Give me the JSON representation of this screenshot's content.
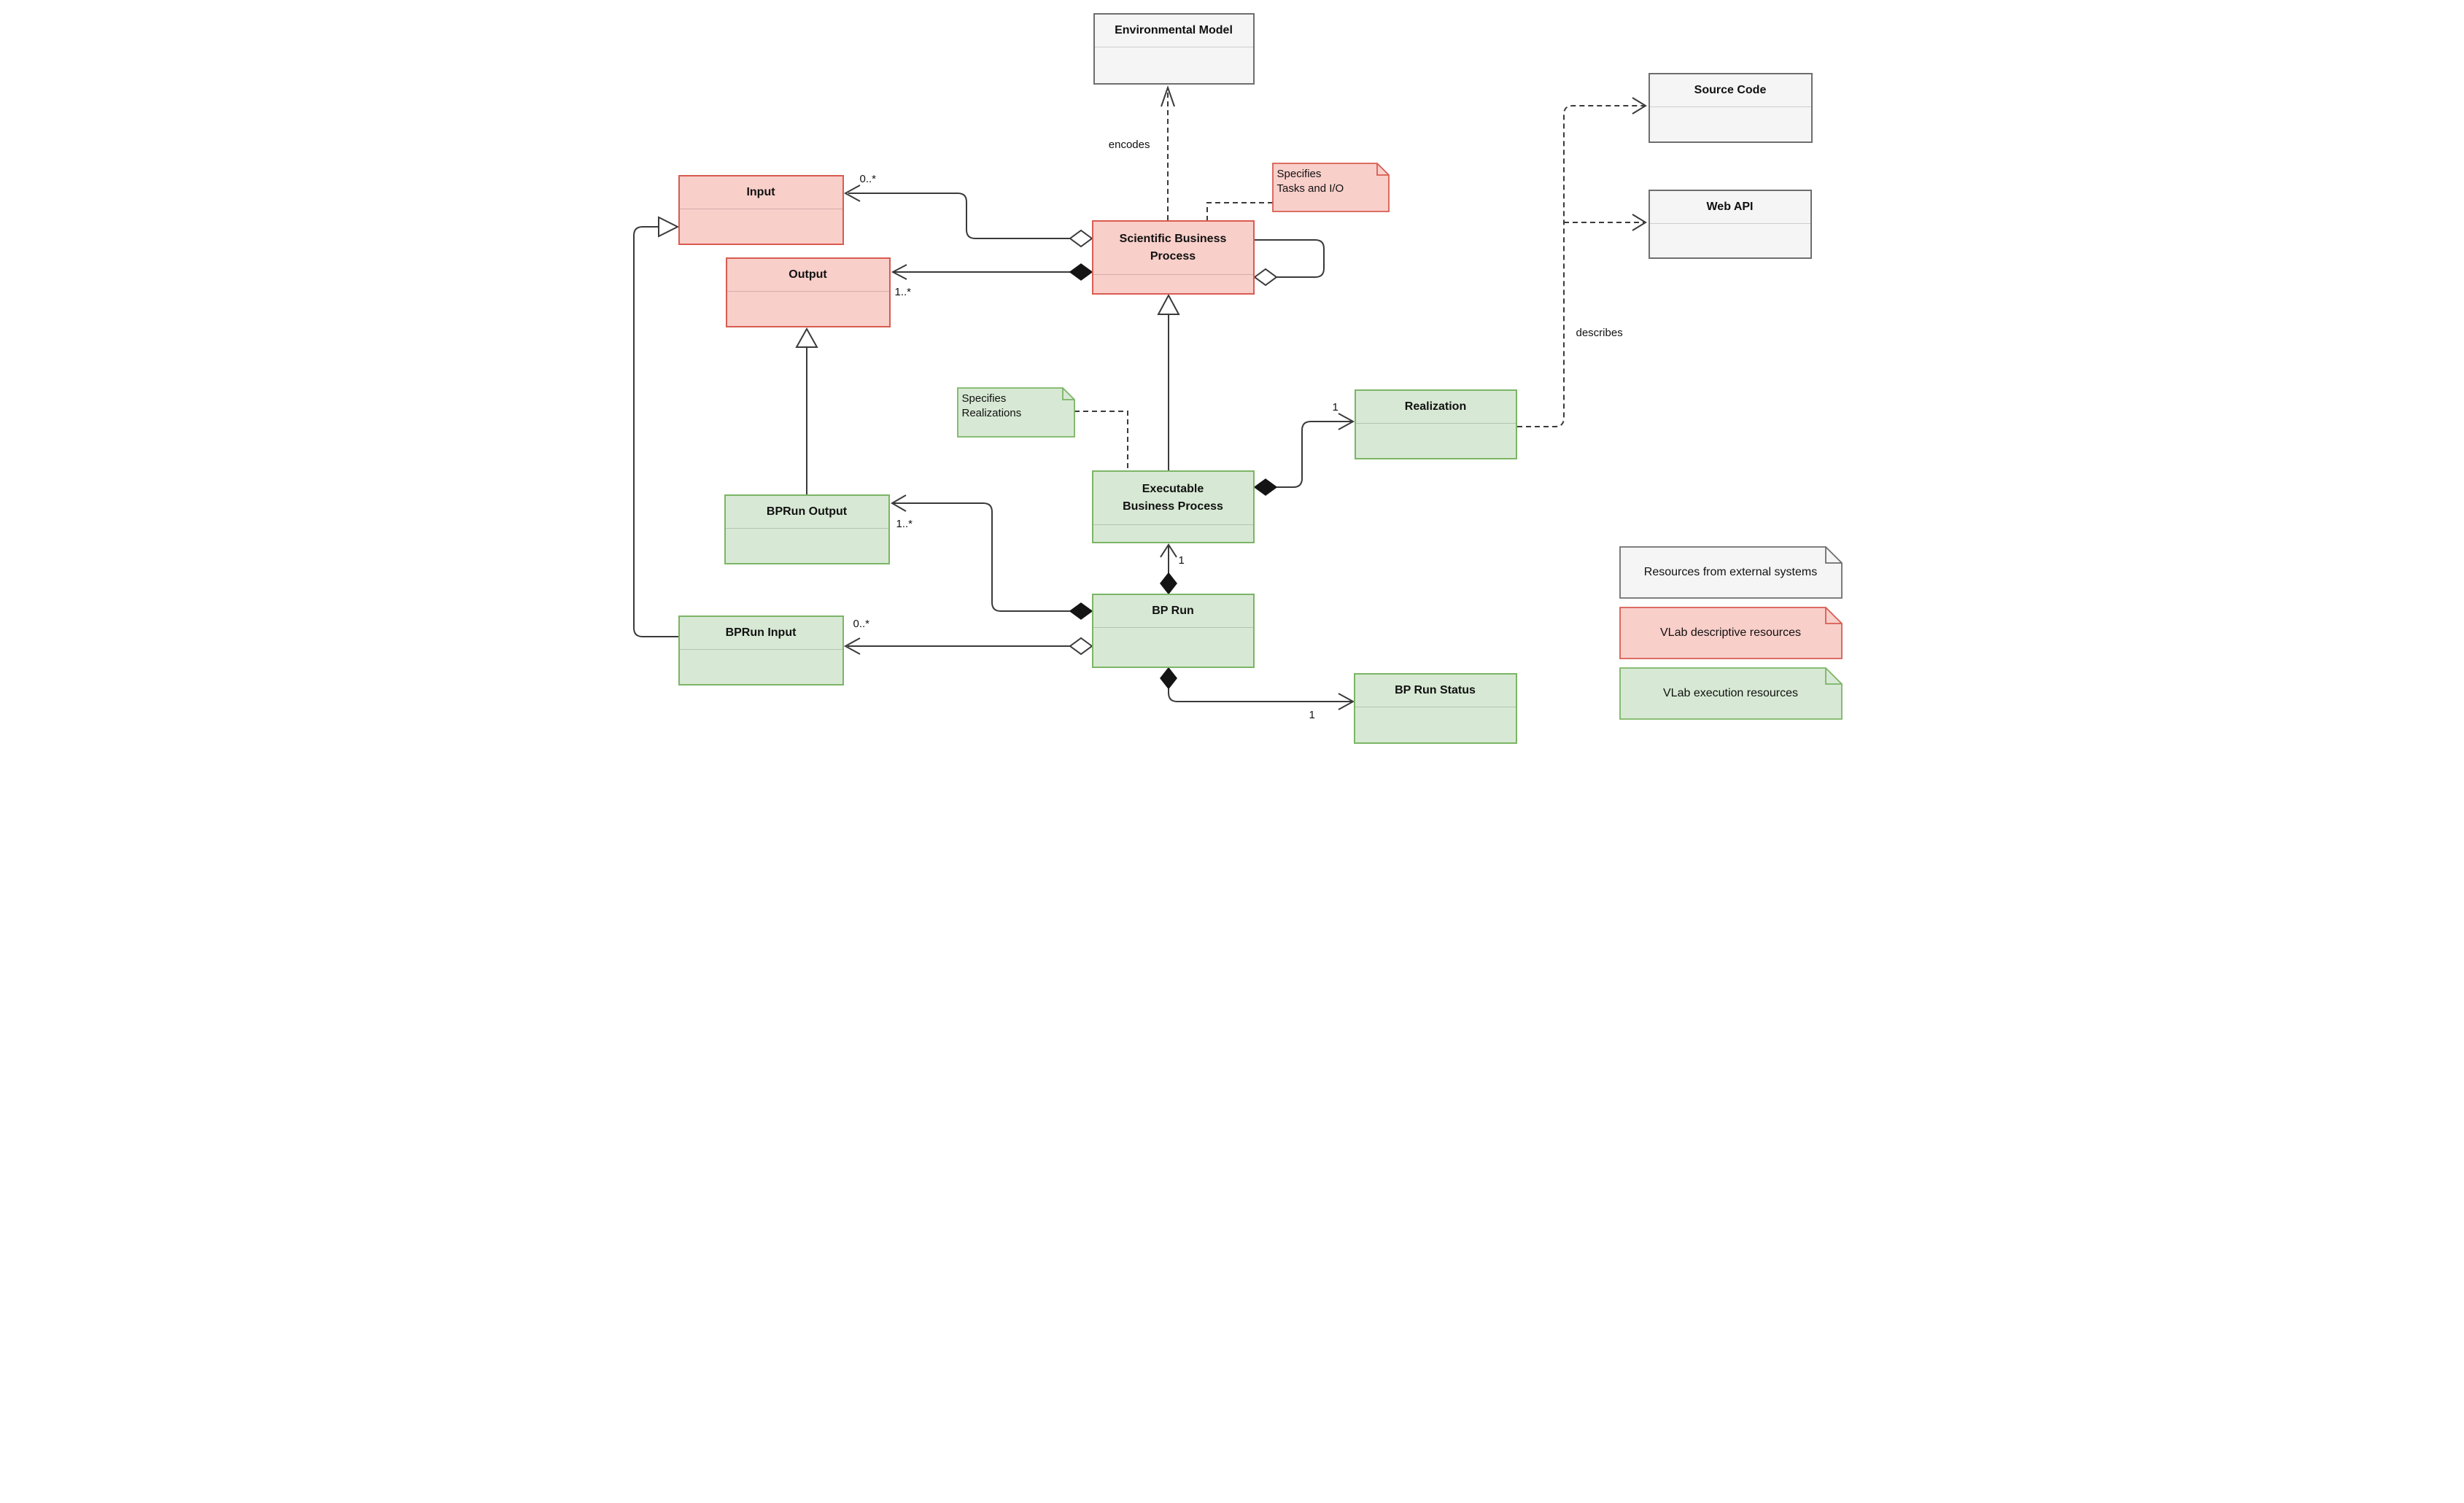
{
  "diagram": {
    "classes": {
      "environmental_model": {
        "title": "Environmental Model"
      },
      "input": {
        "title": "Input"
      },
      "output": {
        "title": "Output"
      },
      "scientific_business_process": {
        "title": "Scientific Business Process"
      },
      "source_code": {
        "title": "Source Code"
      },
      "web_api": {
        "title": "Web API"
      },
      "realization": {
        "title": "Realization"
      },
      "executable_business_process": {
        "title": "Executable Business Process"
      },
      "bprun_output": {
        "title": "BPRun Output"
      },
      "bprun_input": {
        "title": "BPRun Input"
      },
      "bp_run": {
        "title": "BP Run"
      },
      "bp_run_status": {
        "title": "BP Run Status"
      }
    },
    "notes": {
      "specifies_tasks": {
        "text": "Specifies\nTasks and I/O"
      },
      "specifies_realizations": {
        "text": "Specifies\nRealizations"
      }
    },
    "edge_labels": {
      "encodes": "encodes",
      "describes": "describes",
      "input_multiplicity": "0..*",
      "output_multiplicity": "1..*",
      "realization_multiplicity": "1",
      "executable_bp_multiplicity": "1",
      "bprun_output_multiplicity": "1..*",
      "bprun_input_multiplicity": "0..*",
      "bp_run_status_multiplicity": "1"
    },
    "legend": [
      {
        "label": "Resources from external systems",
        "fill": "#f5f5f5",
        "stroke": "#6e6e6e"
      },
      {
        "label": "VLab descriptive resources",
        "fill": "#f9cfca",
        "stroke": "#d85c50"
      },
      {
        "label": "VLab execution resources",
        "fill": "#d7e9d4",
        "stroke": "#7cb566"
      }
    ],
    "colors": {
      "external_fill": "#f5f5f5",
      "external_stroke": "#6e6e6e",
      "descriptive_fill": "#f9cfca",
      "descriptive_stroke": "#d85c50",
      "execution_fill": "#d7e9d4",
      "execution_stroke": "#7cb566",
      "connector": "#3a3a3a"
    }
  }
}
